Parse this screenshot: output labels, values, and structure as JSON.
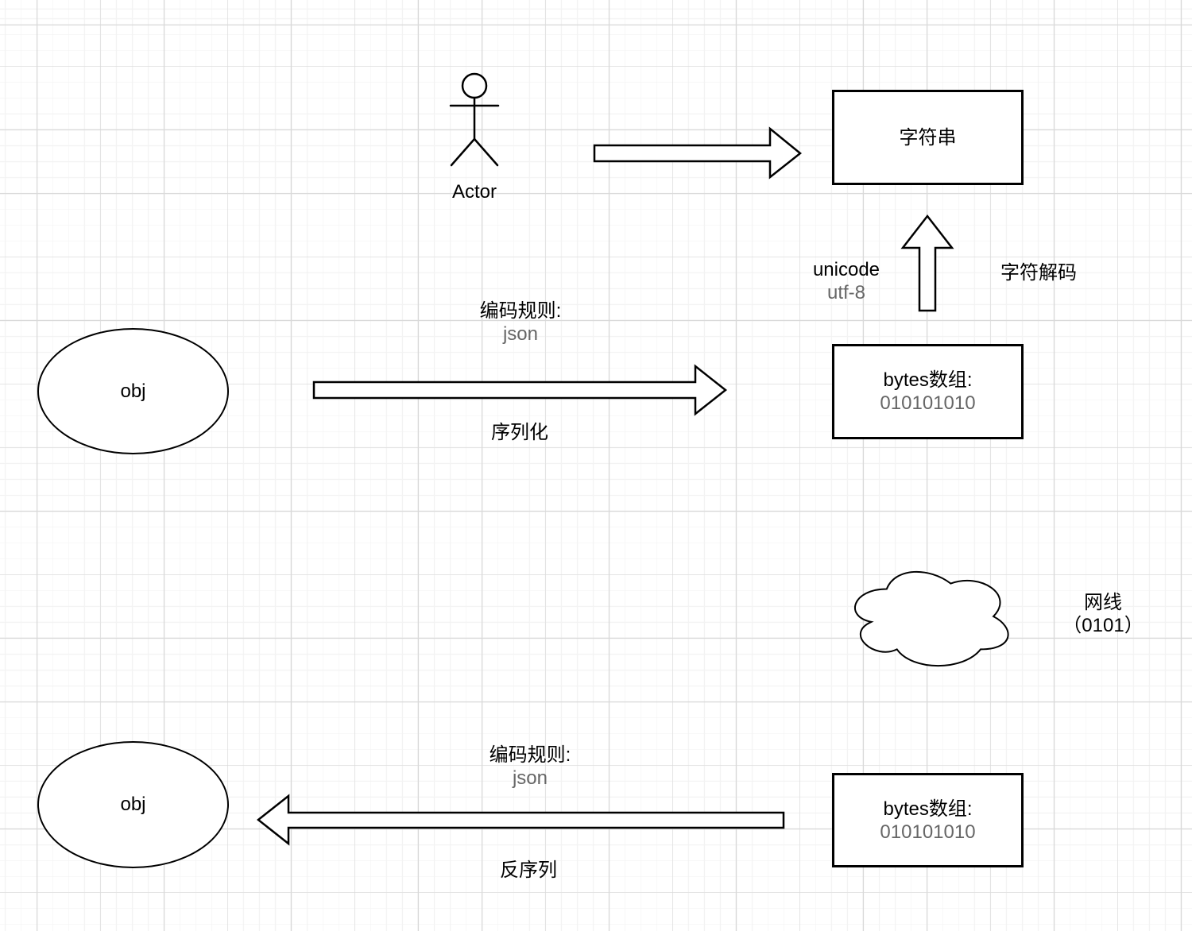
{
  "nodes": {
    "actor": {
      "label": "Actor"
    },
    "string_box": {
      "label": "字符串"
    },
    "bytes_top": {
      "title": "bytes数组:",
      "value": "010101010"
    },
    "bytes_bottom": {
      "title": "bytes数组:",
      "value": "010101010"
    },
    "obj_top": {
      "label": "obj"
    },
    "obj_bottom": {
      "label": "obj"
    },
    "cloud": {
      "name": "网线",
      "detail": "（0101）"
    }
  },
  "edges": {
    "decode_up": {
      "left_label_line1": "unicode",
      "left_label_line2": "utf-8",
      "right_label": "字符解码"
    },
    "serialize": {
      "rule_title": "编码规则:",
      "rule_value": "json",
      "label": "序列化"
    },
    "deserialize": {
      "rule_title": "编码规则:",
      "rule_value": "json",
      "label": "反序列"
    }
  },
  "colors": {
    "background": "#ffffff",
    "shape_fill": "#ffffff",
    "stroke": "#000000",
    "text_primary": "#000000",
    "text_secondary": "#666666",
    "grid_minor": "#f3f3f3",
    "grid_major": "#d9d9d9"
  }
}
